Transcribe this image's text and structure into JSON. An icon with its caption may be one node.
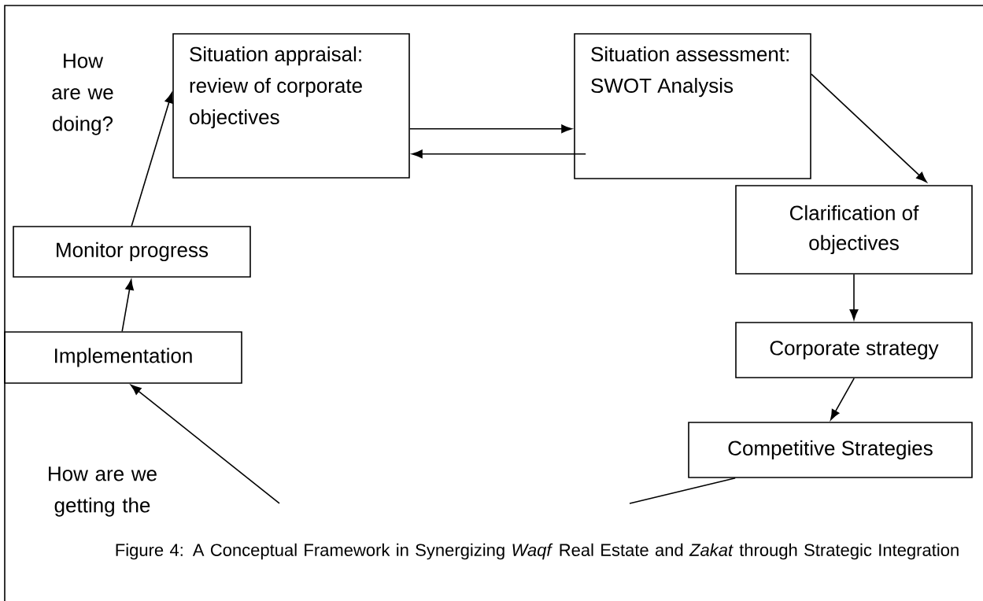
{
  "diagram": {
    "caption": "Figure 4: A Conceptual Framework in Synergizing *Waqf* Real Estate and *Zakat* through Strategic Integration",
    "nodes": [
      {
        "text": [
          "Situation appraisal: review of corporate objectives"
        ]
      },
      {
        "text": [
          "Situation assessment: SWOT Analysis"
        ]
      },
      {
        "text": [
          "Clarification of objectives"
        ]
      },
      {
        "text": [
          "Corporate strategy"
        ]
      },
      {
        "text": [
          "Competitive Strategies"
        ]
      },
      {
        "text": [
          "Implementation"
        ]
      },
      {
        "text": [
          "Monitor progress"
        ]
      }
    ],
    "edges": [
      {
        "from": 0,
        "to": 1,
        "arrow": "to"
      },
      {
        "from": 1,
        "to": 0,
        "arrow": "to"
      },
      {
        "from": 1,
        "to": 2,
        "arrow": "to"
      },
      {
        "from": 2,
        "to": 3,
        "arrow": "to"
      },
      {
        "from": 3,
        "to": 4,
        "arrow": "to"
      },
      {
        "from": 4,
        "to": null,
        "arrow": "none"
      },
      {
        "from": null,
        "to": 5,
        "arrow": "to"
      },
      {
        "from": 5,
        "to": 6,
        "arrow": "to"
      },
      {
        "from": 6,
        "to": 0,
        "arrow": "to"
      }
    ],
    "labels": [
      "How are we doing?",
      "How are we getting the"
    ]
  }
}
